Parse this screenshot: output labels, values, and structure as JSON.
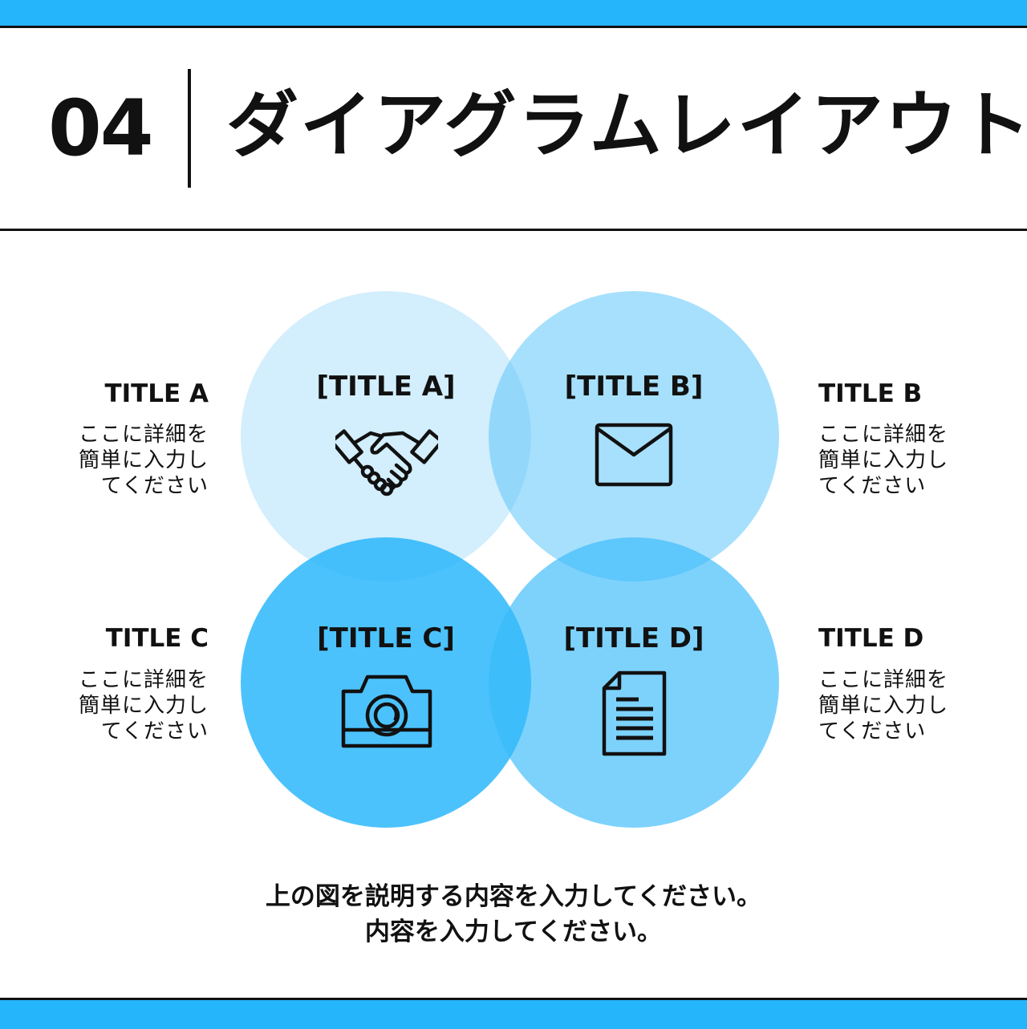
{
  "header": {
    "number": "04",
    "title": "ダイアグラムレイアウト"
  },
  "diagram": {
    "circles": [
      {
        "title": "[TITLE A]",
        "icon": "handshake-icon",
        "color": "#d4effd"
      },
      {
        "title": "[TITLE B]",
        "icon": "envelope-icon",
        "color": "#a9e0fd"
      },
      {
        "title": "[TITLE C]",
        "icon": "camera-icon",
        "color": "#49c1fb"
      },
      {
        "title": "[TITLE D]",
        "icon": "document-icon",
        "color": "#7dd0fb"
      }
    ],
    "side_labels": [
      {
        "title": "TITLE A",
        "desc_lines": [
          "ここに詳細を",
          "簡単に入力し",
          "てください"
        ]
      },
      {
        "title": "TITLE B",
        "desc_lines": [
          "ここに詳細を",
          "簡単に入力し",
          "てください"
        ]
      },
      {
        "title": "TITLE C",
        "desc_lines": [
          "ここに詳細を",
          "簡単に入力し",
          "てください"
        ]
      },
      {
        "title": "TITLE D",
        "desc_lines": [
          "ここに詳細を",
          "簡単に入力し",
          "てください"
        ]
      }
    ]
  },
  "caption": {
    "line1": "上の図を説明する内容を入力してください。",
    "line2": "内容を入力してください。"
  },
  "colors": {
    "accent": "#25b5fb",
    "text": "#111111",
    "background": "#ffffff"
  }
}
